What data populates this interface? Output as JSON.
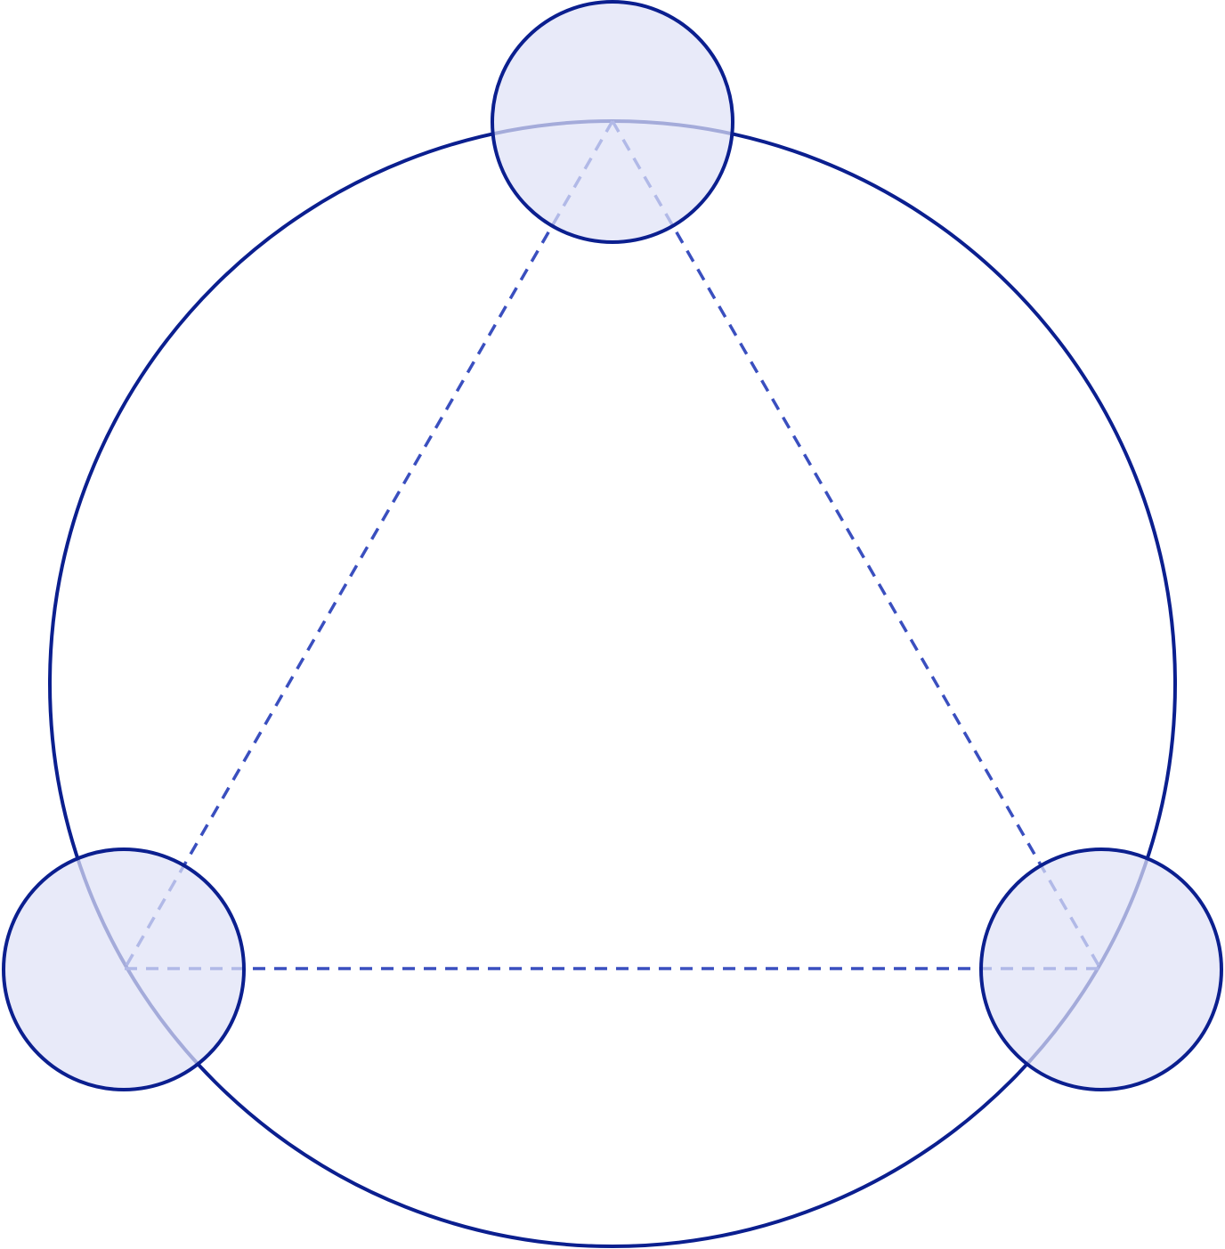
{
  "diagram": {
    "type": "three-circles-on-ring",
    "nodes": [
      {
        "id": "top"
      },
      {
        "id": "bottom-left"
      },
      {
        "id": "bottom-right"
      }
    ],
    "edges": [
      {
        "from": "top",
        "to": "bottom-left",
        "style": "dashed"
      },
      {
        "from": "top",
        "to": "bottom-right",
        "style": "dashed"
      },
      {
        "from": "bottom-left",
        "to": "bottom-right",
        "style": "dashed"
      }
    ],
    "colors": {
      "stroke": "#0b1f8f",
      "fill": "#e8eaf8",
      "edge": "#3a4fbf"
    }
  }
}
